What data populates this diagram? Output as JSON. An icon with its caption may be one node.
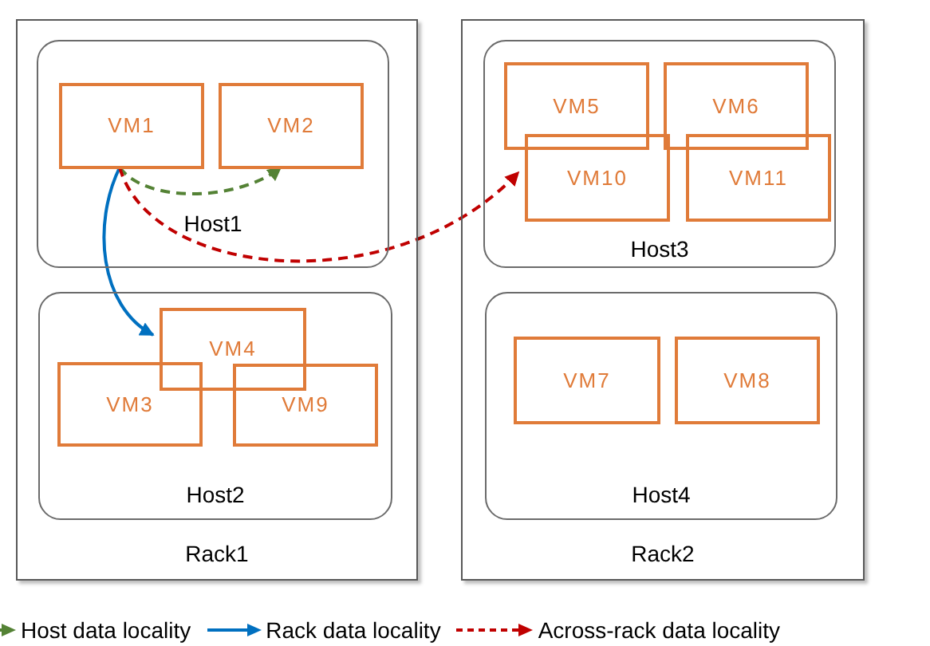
{
  "diagram": {
    "nodes": [
      {
        "text": [
          "Rack1"
        ]
      },
      {
        "text": [
          "Host1"
        ],
        "in": 0
      },
      {
        "text": [
          "VM1"
        ],
        "in": 1
      },
      {
        "text": [
          "VM2"
        ],
        "in": 1
      },
      {
        "text": [
          "Host2"
        ],
        "in": 0
      },
      {
        "text": [
          "VM4"
        ],
        "in": 4
      },
      {
        "text": [
          "VM3"
        ],
        "in": 4
      },
      {
        "text": [
          "VM9"
        ],
        "in": 4
      },
      {
        "text": [
          "Rack2"
        ]
      },
      {
        "text": [
          "Host3"
        ],
        "in": 8
      },
      {
        "text": [
          "VM5"
        ],
        "in": 9
      },
      {
        "text": [
          "VM6"
        ],
        "in": 9
      },
      {
        "text": [
          "VM10"
        ],
        "in": 9
      },
      {
        "text": [
          "VM11"
        ],
        "in": 9
      },
      {
        "text": [
          "Host4"
        ],
        "in": 8
      },
      {
        "text": [
          "VM7"
        ],
        "in": 14
      },
      {
        "text": [
          "VM8"
        ],
        "in": 14
      }
    ],
    "edges": [
      {
        "from": 2,
        "to": 3,
        "arrow": "to",
        "style": "dashed",
        "color": "#548235"
      },
      {
        "from": 2,
        "to": 5,
        "arrow": "to",
        "color": "#0070c0"
      },
      {
        "from": 2,
        "to": 12,
        "arrow": "to",
        "style": "dashed",
        "color": "#c00000"
      }
    ],
    "legend": [
      {
        "text": "Host data locality"
      },
      {
        "text": "Rack data locality"
      },
      {
        "text": "Across-rack data locality"
      }
    ]
  }
}
